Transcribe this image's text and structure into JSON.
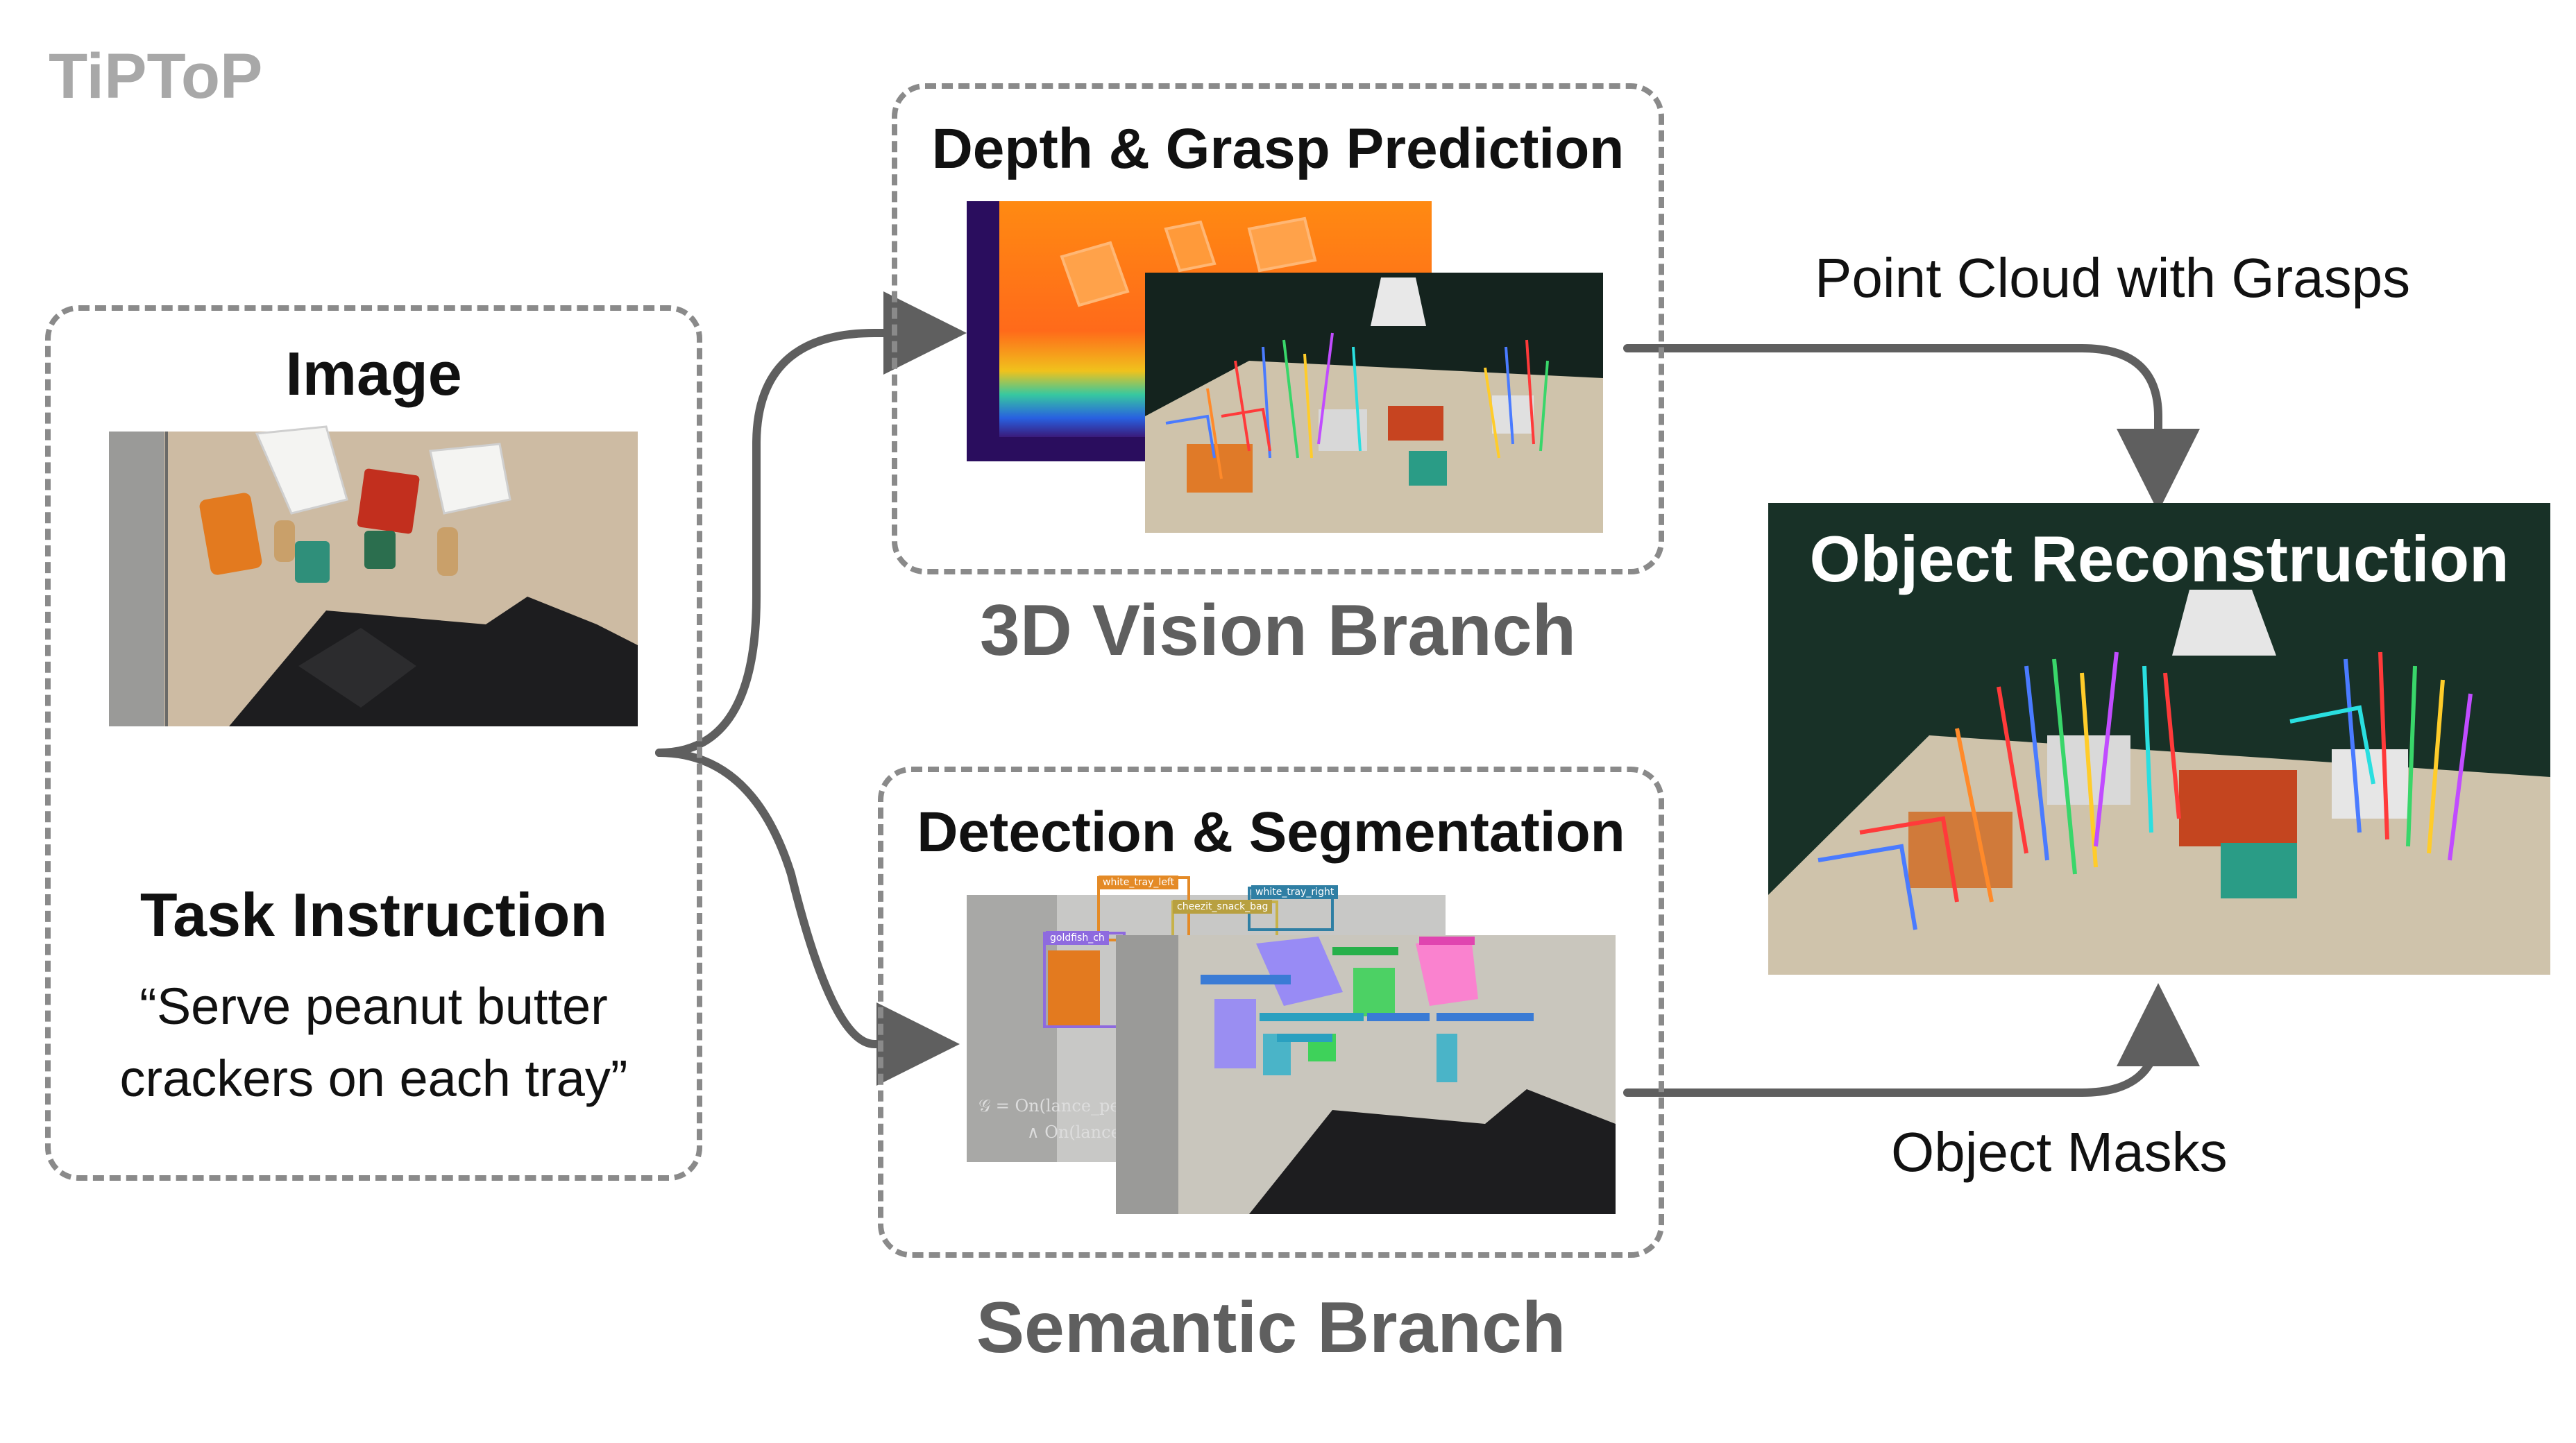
{
  "brand": "TiPToP",
  "input_panel": {
    "image_title": "Image",
    "task_title": "Task Instruction",
    "task_line1": "“Serve peanut butter",
    "task_line2": "crackers on each tray”"
  },
  "vision_panel": {
    "title": "Depth & Grasp Prediction",
    "branch_label": "3D Vision Branch"
  },
  "semantic_panel": {
    "title": "Detection & Segmentation",
    "branch_label": "Semantic Branch",
    "tags": [
      "white_tray_left",
      "cheezit_snack_bag",
      "white_tray_right",
      "goldfish_ch"
    ],
    "goal_line1": "𝒢 = On(lance_pe",
    "goal_line2": "∧ On(lance_"
  },
  "output_panel": {
    "title": "Object Reconstruction",
    "upper_arrow_label": "Point Cloud with Grasps",
    "lower_arrow_label": "Object Masks"
  },
  "colors": {
    "dash": "#8a8a8a",
    "arrow": "#5f5f5f",
    "branch_text": "#5f5f5f",
    "brand_text": "#a8a8a8"
  }
}
